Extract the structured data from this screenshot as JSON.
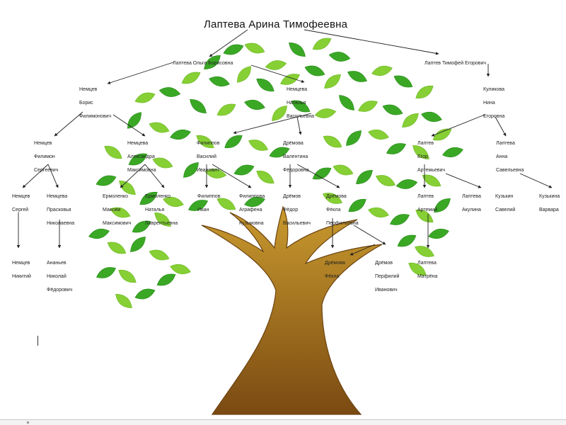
{
  "title": "Лаптева Арина Тимофеевна",
  "colors": {
    "leaf_light": "#8bd22f",
    "leaf_dark": "#2f9e1c",
    "trunk_top": "#b8860b",
    "trunk_bottom": "#7a4a12",
    "arrow": "#222222"
  },
  "people": [
    {
      "id": "olga",
      "lines": [
        "Лаптева Ольга Борисовна"
      ]
    },
    {
      "id": "timofey",
      "lines": [
        "Лаптев Тимофей Егорович"
      ]
    },
    {
      "id": "boris",
      "lines": [
        "Немцев",
        "Борис",
        "Филимонович"
      ]
    },
    {
      "id": "natalya",
      "lines": [
        "Немцева",
        "Наталья",
        "Васильевна"
      ]
    },
    {
      "id": "kulikova",
      "lines": [
        "Куликова",
        "Нина",
        "Егоровна"
      ]
    },
    {
      "id": "filimon",
      "lines": [
        "Немцев",
        "Филимон",
        "Сергеевич"
      ]
    },
    {
      "id": "aleksandra",
      "lines": [
        "Немцева",
        "Александра",
        "Максимовна"
      ]
    },
    {
      "id": "vasiliy",
      "lines": [
        "Филиппов",
        "Василий",
        "Иванович"
      ]
    },
    {
      "id": "valentina",
      "lines": [
        "Дрёмова",
        "Валентина",
        "Фёдоровна"
      ]
    },
    {
      "id": "egor",
      "lines": [
        "Лаптев",
        "Егор",
        "Артемьевич"
      ]
    },
    {
      "id": "anna",
      "lines": [
        "Лаптева",
        "Анна",
        "Савельевна"
      ]
    },
    {
      "id": "sergey",
      "lines": [
        "Немцев",
        "Сергей"
      ]
    },
    {
      "id": "praskovya",
      "lines": [
        "Немцева",
        "Прасковья",
        "Николаевна"
      ]
    },
    {
      "id": "maksim",
      "lines": [
        "Ермоленко",
        "Максим",
        "Максимович"
      ]
    },
    {
      "id": "natalya2",
      "lines": [
        "Ермоленко",
        "Наталья",
        "Лаврентьевна"
      ]
    },
    {
      "id": "ivan",
      "lines": [
        "Филиппов",
        "Иван"
      ]
    },
    {
      "id": "agrafena",
      "lines": [
        "Филиппова",
        "Аграфена",
        "Кузьмовна"
      ]
    },
    {
      "id": "fedor",
      "lines": [
        "Дрёмов",
        "Фёдор",
        "Васильевич"
      ]
    },
    {
      "id": "fekla",
      "lines": [
        "Дрёмова",
        "Фёкла",
        "Перфильевна"
      ]
    },
    {
      "id": "artemiy",
      "lines": [
        "Лаптев",
        "Артемий"
      ]
    },
    {
      "id": "akulina",
      "lines": [
        "Лаптева",
        "Акулина"
      ]
    },
    {
      "id": "saveliy",
      "lines": [
        "Кузькин",
        "Савелий"
      ]
    },
    {
      "id": "varvara",
      "lines": [
        "Кузькина",
        "Варвара"
      ]
    },
    {
      "id": "nikitiy",
      "lines": [
        "Немцев",
        "Никитий"
      ]
    },
    {
      "id": "ananyev",
      "lines": [
        "Ананьев",
        "Николай",
        "Фёдорович"
      ]
    },
    {
      "id": "fekla2",
      "lines": [
        "Дрёмова",
        "Фёкла"
      ]
    },
    {
      "id": "perfiliy",
      "lines": [
        "Дрёмов",
        "Перфилий",
        "Иванович"
      ]
    },
    {
      "id": "matrena",
      "lines": [
        "Лаптева",
        "Матрёна"
      ]
    }
  ]
}
